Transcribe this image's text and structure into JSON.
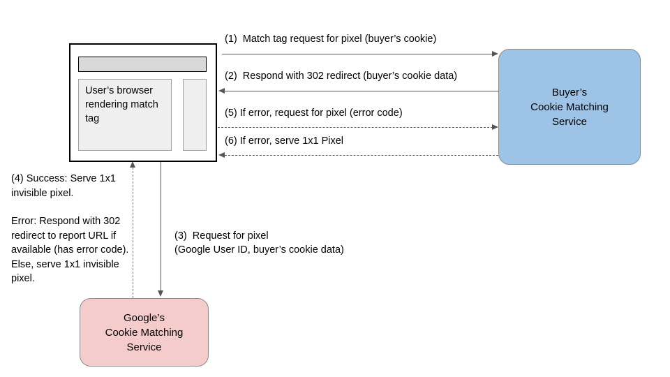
{
  "diagram": {
    "title": "Cookie matching sequence between user's browser, Buyer's Cookie Matching Service and Google's Cookie Matching Service",
    "colors": {
      "buyer_box_fill": "#9dc3e6",
      "google_box_fill": "#f4cccc",
      "browser_address_bar_fill": "#d9d9d9",
      "browser_pane_fill": "#efefef",
      "line": "#555555",
      "text": "#000000"
    }
  },
  "browser": {
    "content_text": "User’s browser rendering match tag",
    "address_bar_label": "",
    "side_pane_label": ""
  },
  "nodes": {
    "buyer_service": "Buyer’s\nCookie Matching\nService",
    "google_service": "Google’s\nCookie Matching\nService"
  },
  "steps": {
    "step1": "(1)  Match tag request for pixel (buyer’s cookie)",
    "step2": "(2)  Respond with 302 redirect (buyer’s cookie data)",
    "step3": "(3)  Request for pixel\n(Google User ID, buyer’s cookie data)",
    "step5": "(5) If error, request for pixel (error code)",
    "step6": "(6) If error, serve 1x1 Pixel"
  },
  "left_note": {
    "success_text": "(4) Success: Serve 1x1 invisible pixel.",
    "error_text": "Error: Respond with 302 redirect to report URL if available (has error code). Else, serve 1x1 invisible pixel."
  }
}
